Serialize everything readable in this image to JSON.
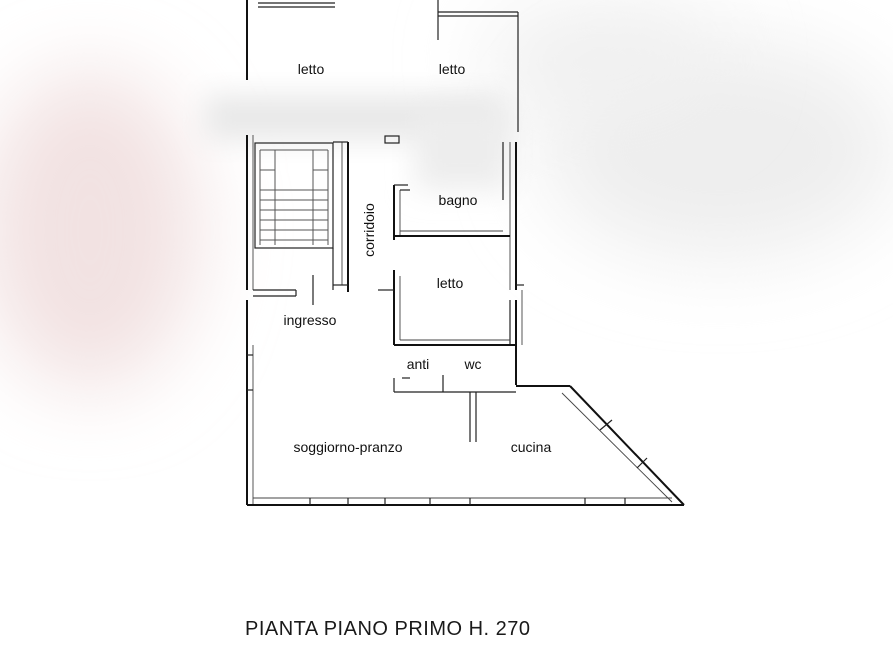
{
  "rooms": {
    "letto_top_left": "letto",
    "letto_top_right": "letto",
    "corridoio": "corridoio",
    "bagno": "bagno",
    "letto_mid": "letto",
    "ingresso": "ingresso",
    "anti": "anti",
    "wc": "wc",
    "soggiorno": "soggiorno-pranzo",
    "cucina": "cucina"
  },
  "caption": "PIANTA PIANO PRIMO H. 270",
  "colors": {
    "background": "#ffffff",
    "walls": "#111111",
    "blur": "#f1e6e6"
  }
}
